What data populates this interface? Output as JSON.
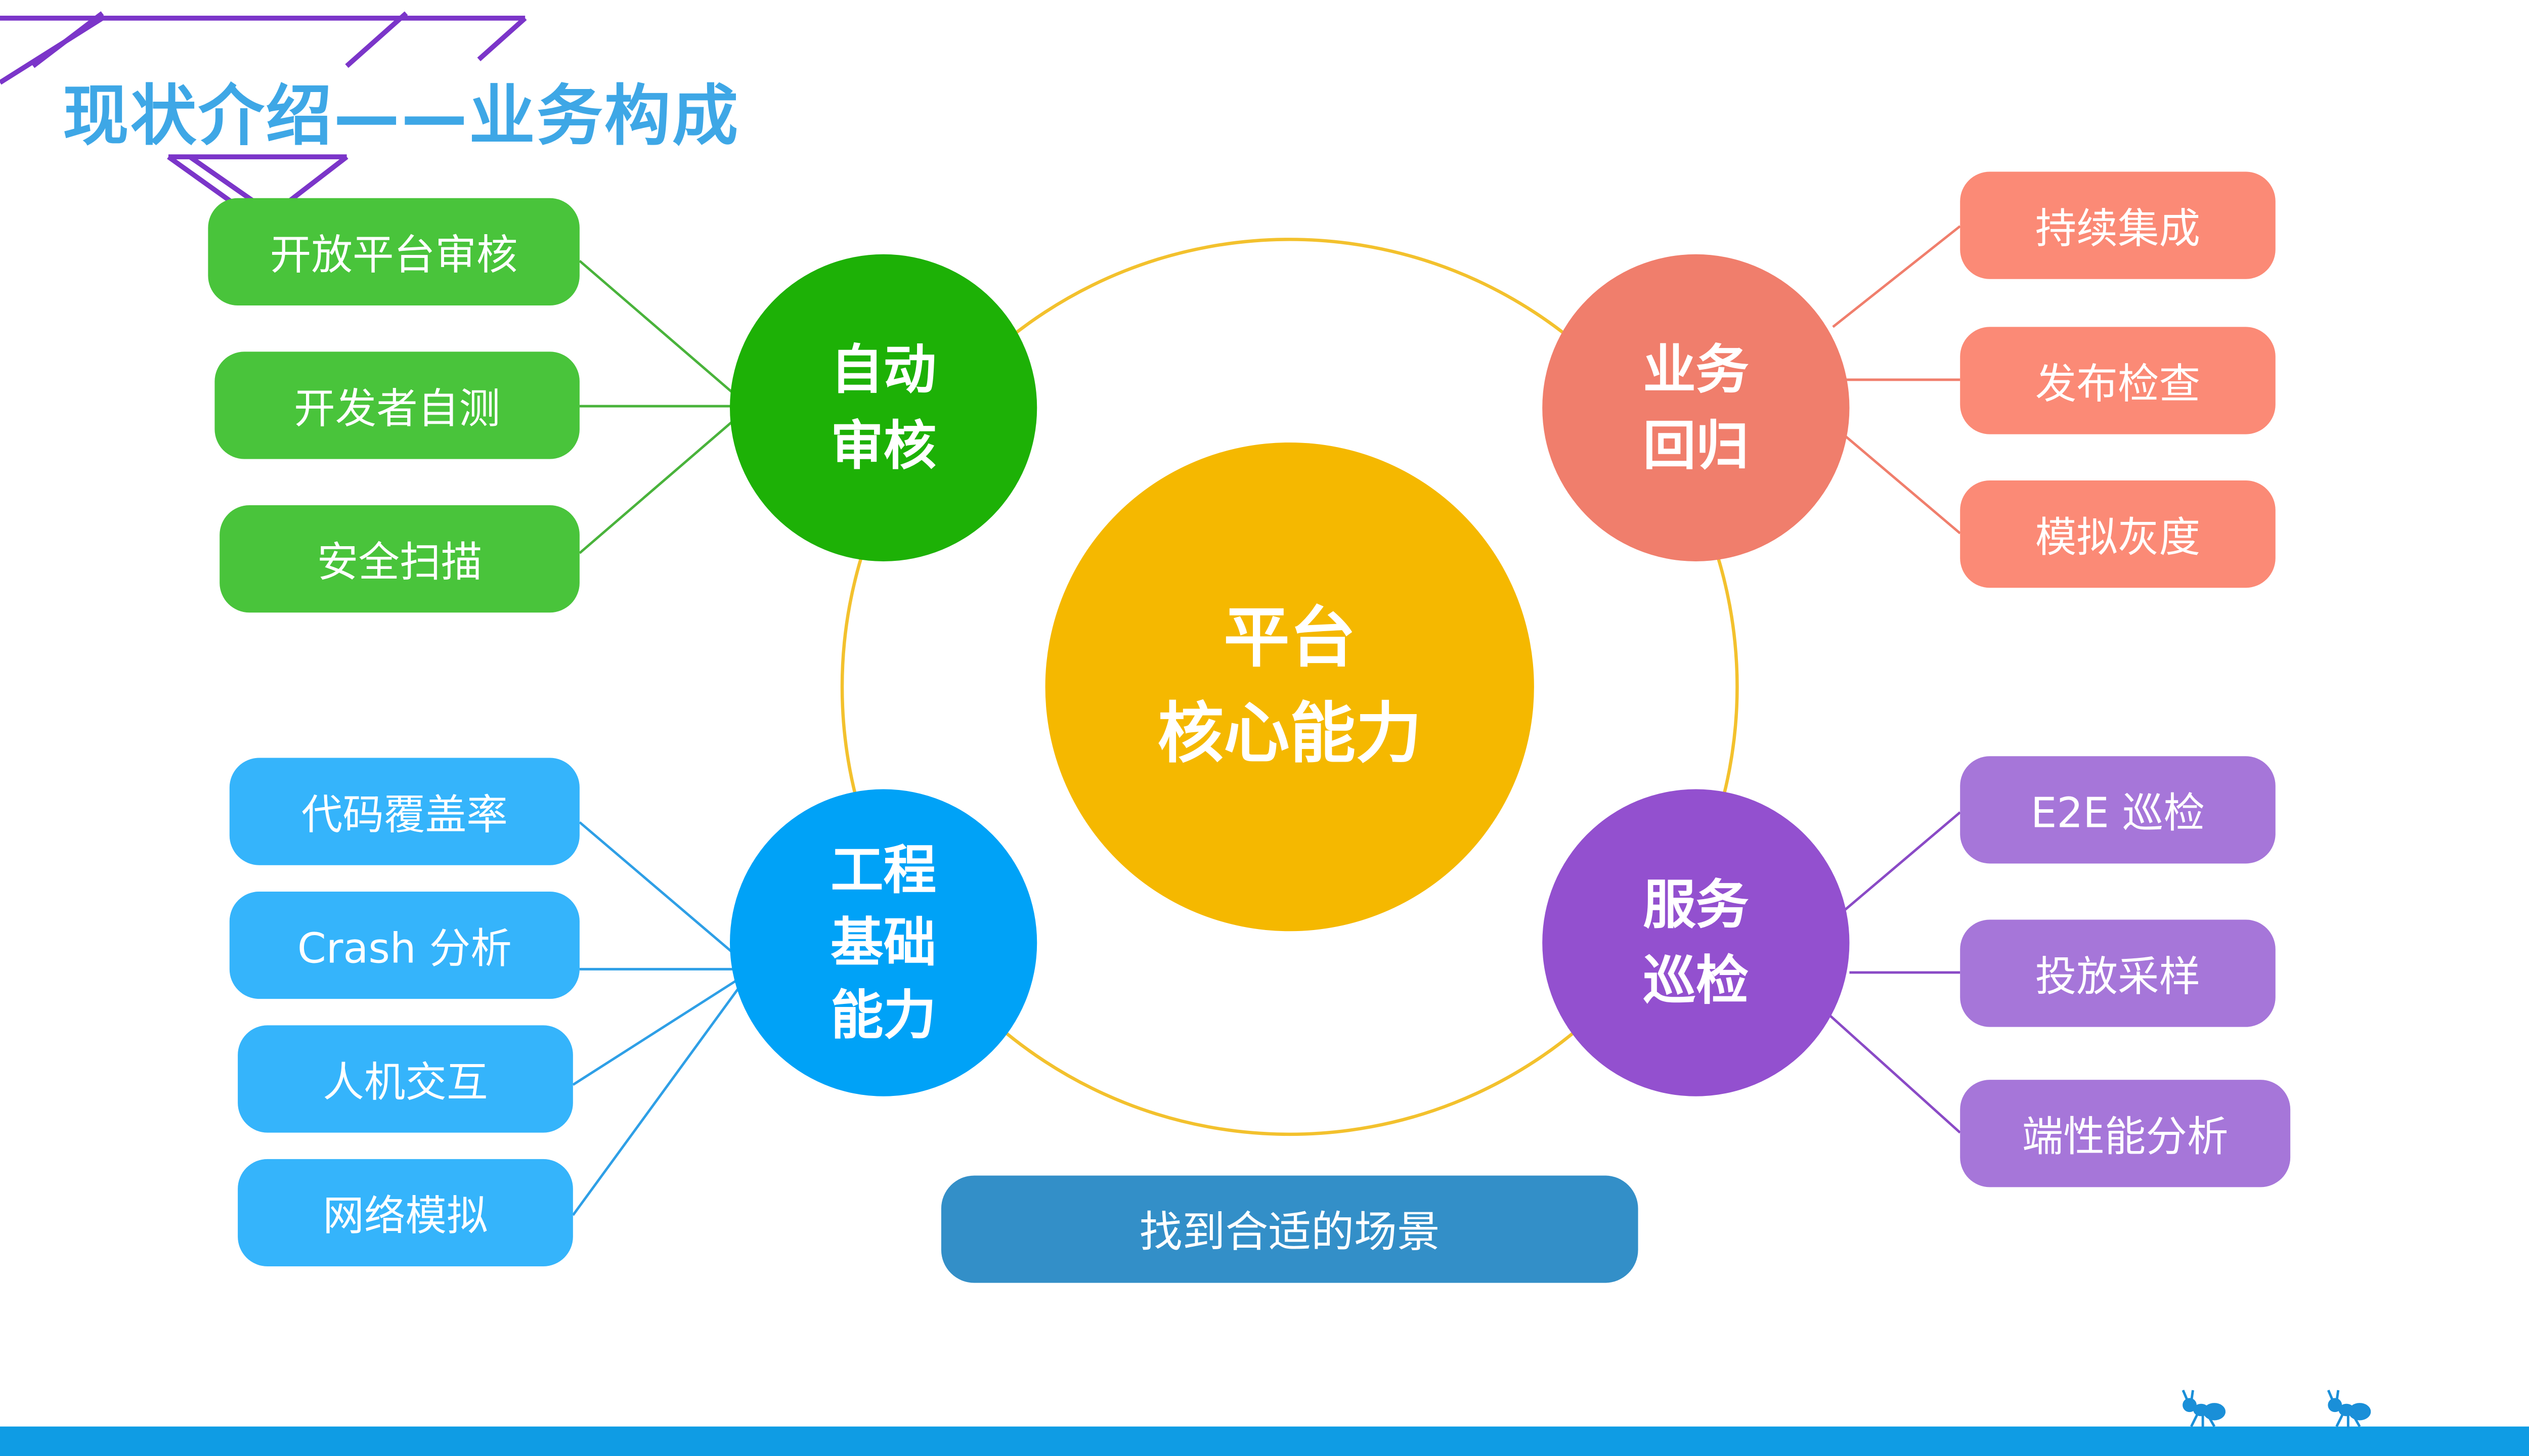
{
  "title": "现状介绍——业务构成",
  "diagram": {
    "center": {
      "line1": "平台",
      "line2": "核心能力"
    },
    "branches": {
      "auto_review": {
        "line1": "自动",
        "line2": "审核",
        "color": "#1db106",
        "items": [
          "开放平台审核",
          "开发者自测",
          "安全扫描"
        ]
      },
      "regression": {
        "line1": "业务",
        "line2": "回归",
        "color": "#f07e6c",
        "items": [
          "持续集成",
          "发布检查",
          "模拟灰度"
        ]
      },
      "engineering": {
        "line1": "工程",
        "line2": "基础",
        "line3": "能力",
        "color": "#00a2f7",
        "items": [
          "代码覆盖率",
          "Crash 分析",
          "人机交互",
          "网络模拟"
        ]
      },
      "inspection": {
        "line1": "服务",
        "line2": "巡检",
        "color": "#9350cf",
        "items": [
          "E2E 巡检",
          "投放采样",
          "端性能分析"
        ]
      }
    },
    "scene_label": "找到合适的场景"
  },
  "colors": {
    "center": "#f5b800",
    "ring": "#f3c12d",
    "title": "#3ea7e6",
    "footer": "#0f9ce4",
    "decor": "#7b35c9"
  },
  "icons": [
    "ant-icon",
    "ant-icon"
  ]
}
